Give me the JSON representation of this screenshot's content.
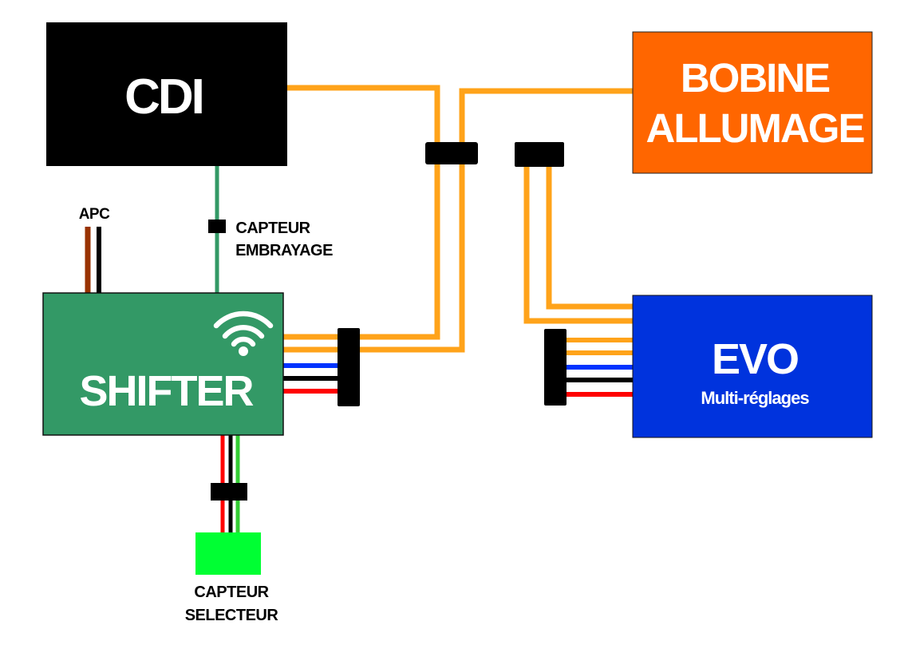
{
  "blocks": {
    "cdi": {
      "label": "CDI"
    },
    "bobine": {
      "line1": "BOBINE",
      "line2": "ALLUMAGE"
    },
    "shifter": {
      "label": "SHIFTER"
    },
    "evo": {
      "label": "EVO",
      "sublabel": "Multi-réglages"
    }
  },
  "labels": {
    "apc": "APC",
    "capteur_embrayage_1": "CAPTEUR",
    "capteur_embrayage_2": "EMBRAYAGE",
    "capteur_selecteur_1": "CAPTEUR",
    "capteur_selecteur_2": "SELECTEUR"
  },
  "icons": {
    "shifter": "wifi-icon"
  },
  "colors": {
    "cdi": "#000000",
    "bobine": "#ff6600",
    "shifter": "#339966",
    "evo": "#0033dd",
    "sensor": "#00ff33",
    "wire_orange": "#ffa31a",
    "wire_green": "#339966",
    "wire_brown": "#993300",
    "wire_blue": "#0033ff",
    "wire_red": "#ff0000",
    "wire_black": "#000000",
    "wire_sensor_green": "#33cc33"
  }
}
